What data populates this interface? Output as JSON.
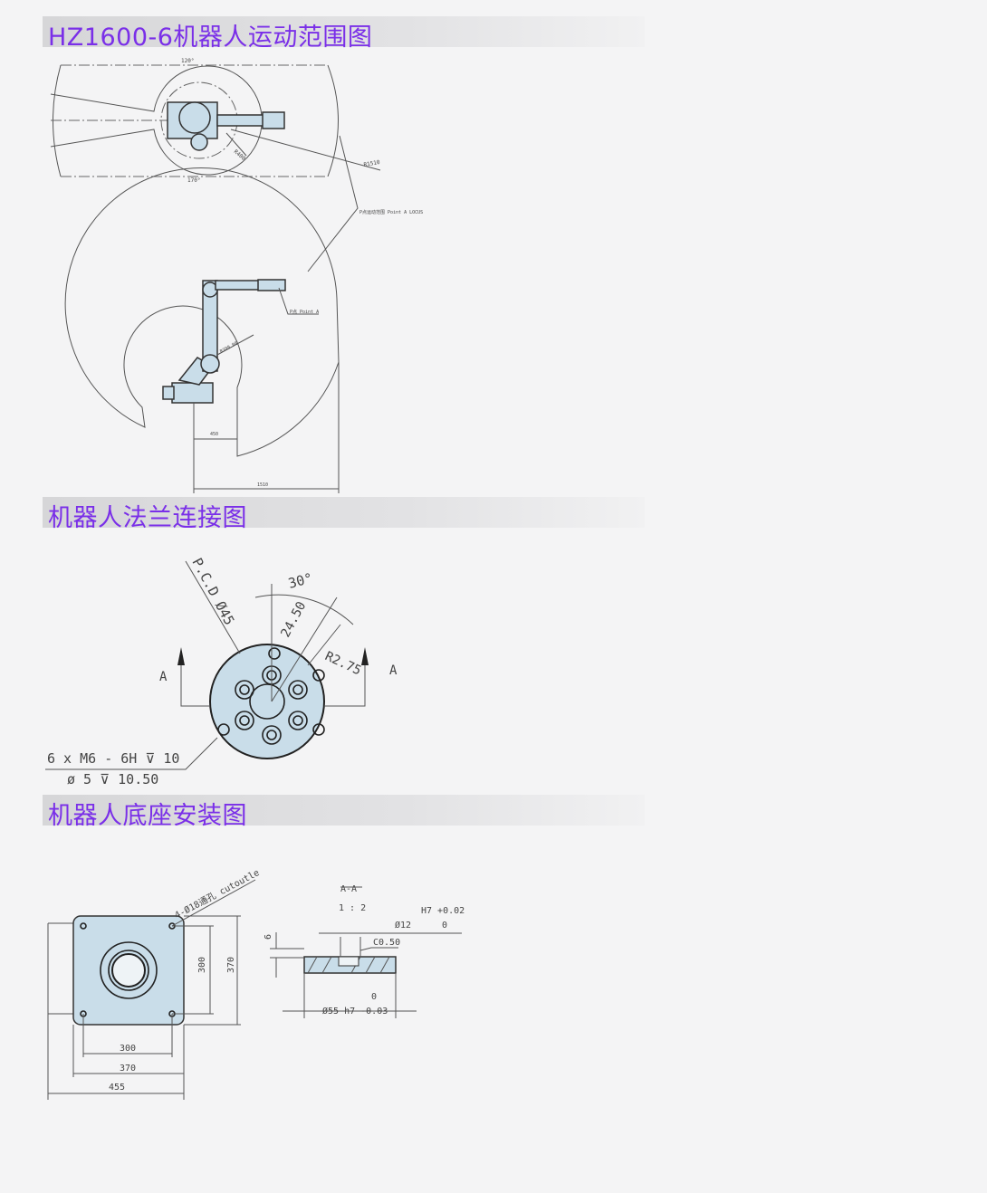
{
  "sections": [
    {
      "title": "HZ1600-6机器人运动范围图"
    },
    {
      "title": "机器人法兰连接图"
    },
    {
      "title": "机器人底座安装图"
    }
  ],
  "motion_range": {
    "angle_top": "120°",
    "angle_bottom": "170°",
    "r_inner": "R400",
    "r_outer": "R1510",
    "locus_label": "P点运动范围 Point A LOCUS",
    "point_label": "P点 Point A",
    "r_side": "R399.08",
    "dim_450": "450",
    "dim_1510": "1510"
  },
  "flange": {
    "pcd": "P.C.D Ø45",
    "angle": "30°",
    "dim_2450": "24.50",
    "radius": "R2.75",
    "section_left": "A",
    "section_right": "A",
    "thread_line1": "6 x M6 - 6H ⊽ 10",
    "thread_line2": "ø 5 ⊽ 10.50"
  },
  "base": {
    "holes": "4-Ø18通孔 cutoutle",
    "v300": "300",
    "v370": "370",
    "h300": "300",
    "h370": "370",
    "h455": "455",
    "section_name": "A-A",
    "section_scale": "1 : 2",
    "tol_upper": "H7 +0.02",
    "tol_zero": "0",
    "d12": "Ø12",
    "chamfer": "C0.50",
    "depth6": "6",
    "d55_zero": "0",
    "d55": "Ø55 h7 -0.03"
  },
  "colors": {
    "title": "#7a2fe8",
    "part_fill": "#c9dde9"
  }
}
